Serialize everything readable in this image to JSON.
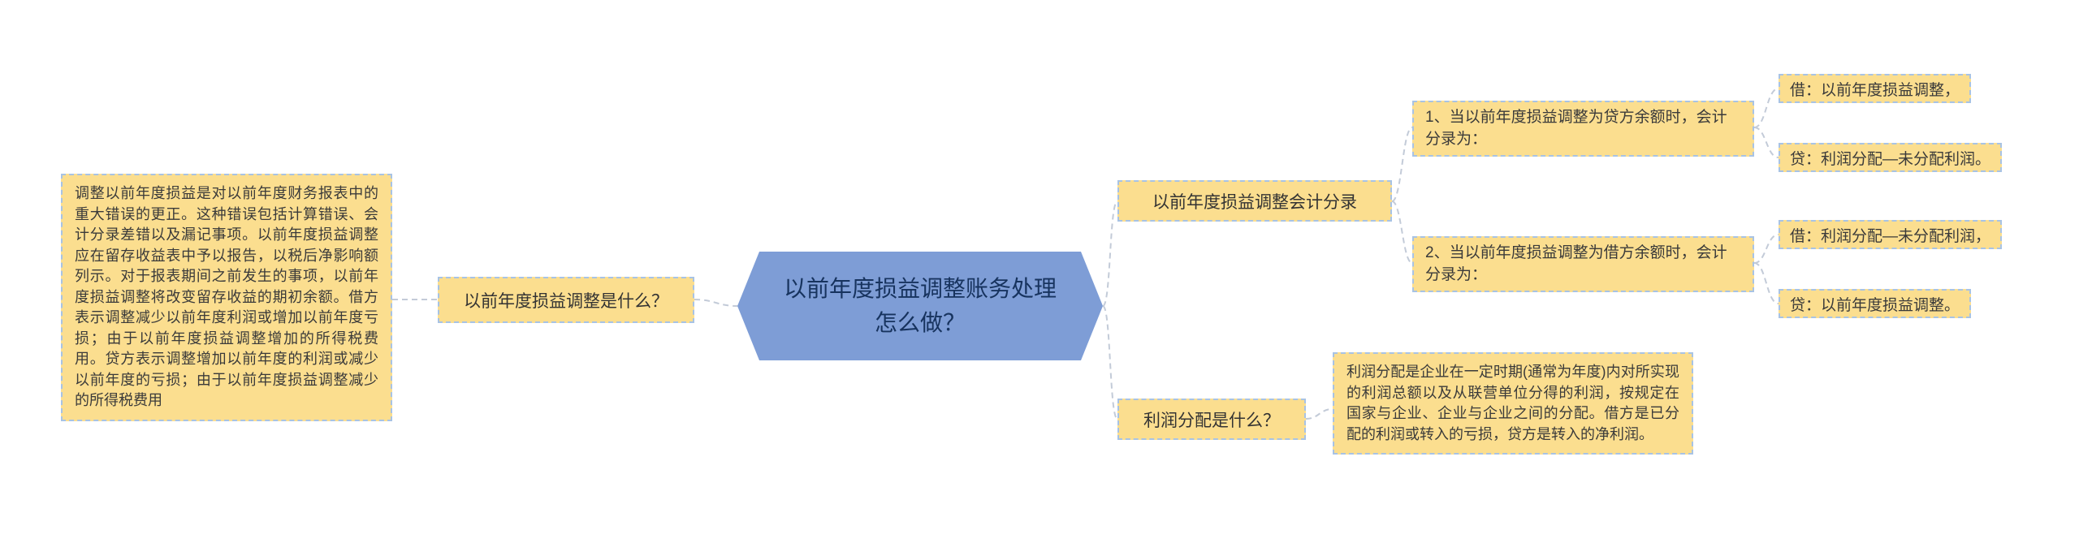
{
  "diagram": {
    "center": "以前年度损益调整账务处理怎么做？",
    "what_is_adjustment": {
      "node": "以前年度损益调整是什么？",
      "detail": "调整以前年度损益是对以前年度财务报表中的重大错误的更正。这种错误包括计算错误、会计分录差错以及漏记事项。以前年度损益调整应在留存收益表中予以报告，以税后净影响额列示。对于报表期间之前发生的事项，以前年度损益调整将改变留存收益的期初余额。借方表示调整减少以前年度利润或增加以前年度亏损；由于以前年度损益调整增加的所得税费用。贷方表示调整增加以前年度的利润或减少以前年度的亏损；由于以前年度损益调整减少的所得税费用"
    },
    "accounting_entries": {
      "node": "以前年度损益调整会计分录",
      "cases": [
        {
          "label": "1、当以前年度损益调整为贷方余额时，会计分录为：",
          "entries": [
            "借：以前年度损益调整，",
            "贷：利润分配—未分配利润。"
          ]
        },
        {
          "label": "2、当以前年度损益调整为借方余额时，会计分录为：",
          "entries": [
            "借：利润分配—未分配利润，",
            "贷：以前年度损益调整。"
          ]
        }
      ]
    },
    "profit_distribution": {
      "node": "利润分配是什么？",
      "detail": "利润分配是企业在一定时期(通常为年度)内对所实现的利润总额以及从联营单位分得的利润，按规定在国家与企业、企业与企业之间的分配。借方是已分配的利润或转入的亏损，贷方是转入的净利润。"
    },
    "colors": {
      "node_fill": "#fbde8f",
      "node_border": "#a8c3e4",
      "center_fill": "#7e9dd6",
      "center_text": "#17335e",
      "connector": "#c3cbd8"
    }
  }
}
